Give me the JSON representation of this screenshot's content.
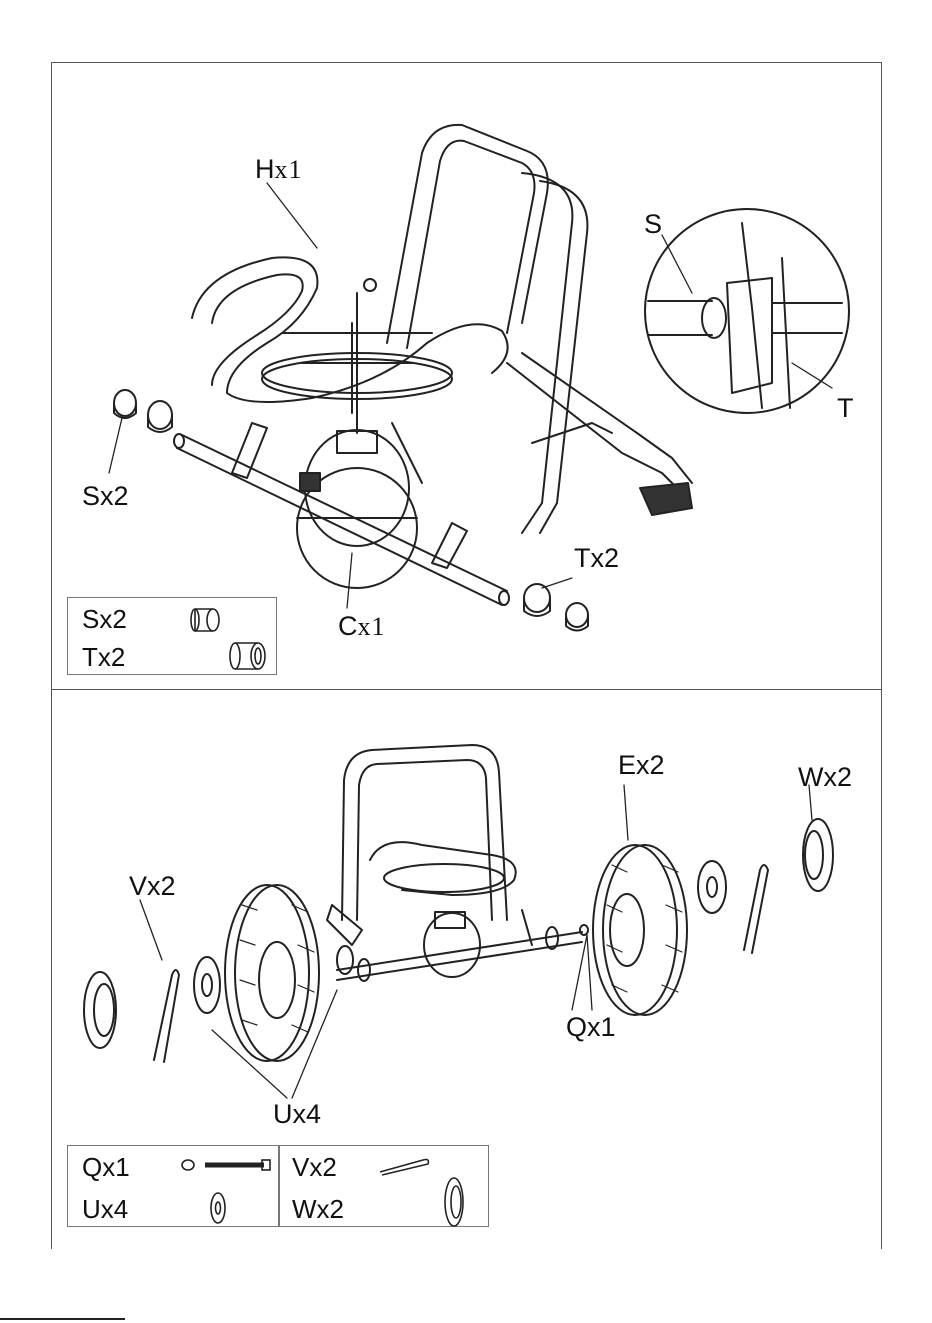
{
  "top_panel": {
    "labels": {
      "H": {
        "letter": "H",
        "qty": "x1"
      },
      "S_detail": "S",
      "T_detail": "T",
      "S_qty": "Sx2",
      "T_qty": "Tx2",
      "C": {
        "letter": "C",
        "qty": "x1"
      }
    },
    "legend": {
      "rows": [
        "Sx2",
        "Tx2"
      ]
    }
  },
  "bottom_panel": {
    "labels": {
      "E": "Ex2",
      "W": "Wx2",
      "V": "Vx2",
      "Q": "Qx1",
      "U": "Ux4"
    },
    "legend": {
      "left": [
        "Qx1",
        "Ux4"
      ],
      "right": [
        "Vx2",
        "Wx2"
      ]
    }
  }
}
